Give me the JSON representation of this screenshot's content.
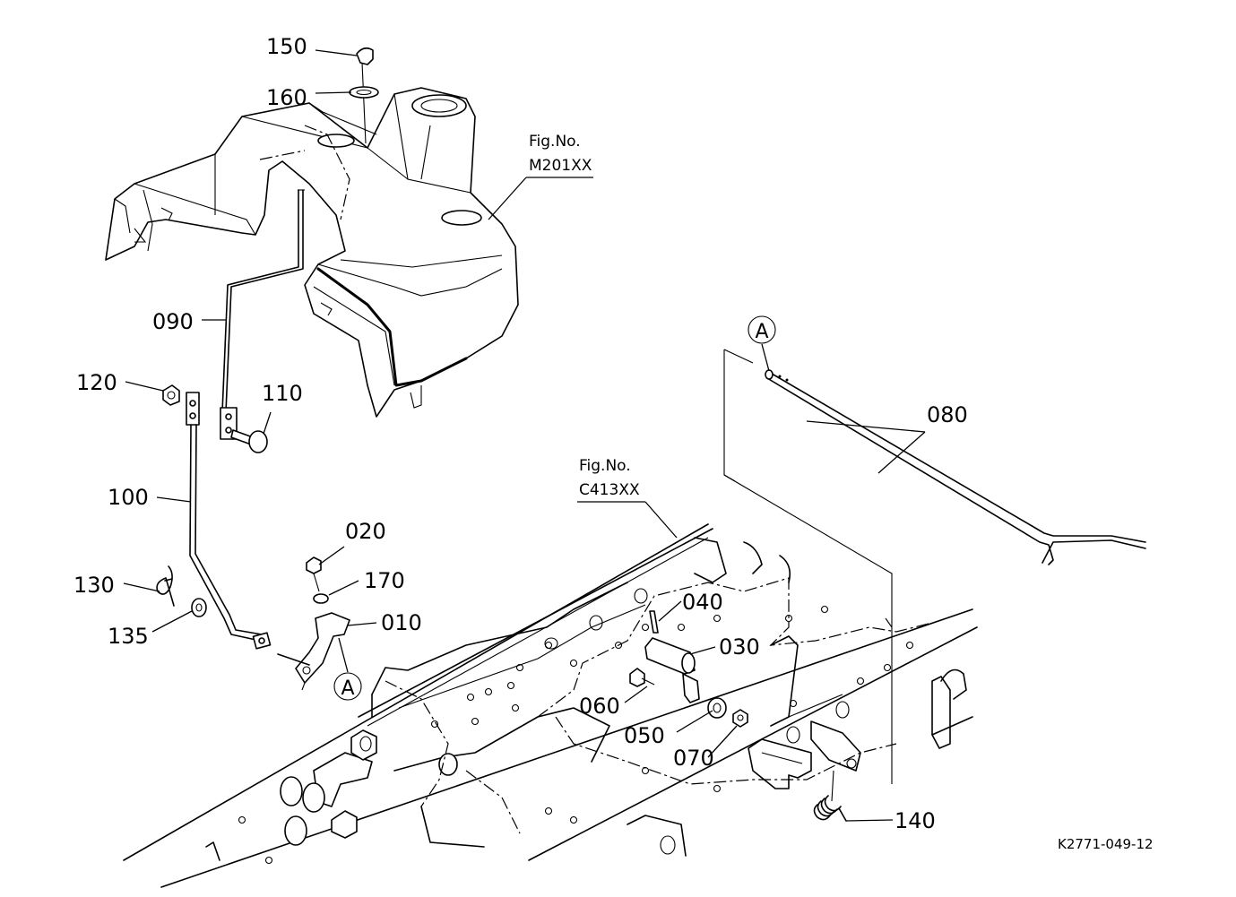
{
  "diagram": {
    "parts": [
      {
        "id": "150"
      },
      {
        "id": "160"
      },
      {
        "id": "090"
      },
      {
        "id": "120"
      },
      {
        "id": "110"
      },
      {
        "id": "100"
      },
      {
        "id": "130"
      },
      {
        "id": "135"
      },
      {
        "id": "020"
      },
      {
        "id": "170"
      },
      {
        "id": "010"
      },
      {
        "id": "040"
      },
      {
        "id": "030"
      },
      {
        "id": "060"
      },
      {
        "id": "050"
      },
      {
        "id": "070"
      },
      {
        "id": "140"
      },
      {
        "id": "080"
      }
    ],
    "references": [
      {
        "line1": "Fig.No.",
        "line2": "M201XX"
      },
      {
        "line1": "Fig.No.",
        "line2": "C413XX"
      }
    ],
    "connection_marker": "A",
    "doc_id": "K2771-049-12"
  }
}
